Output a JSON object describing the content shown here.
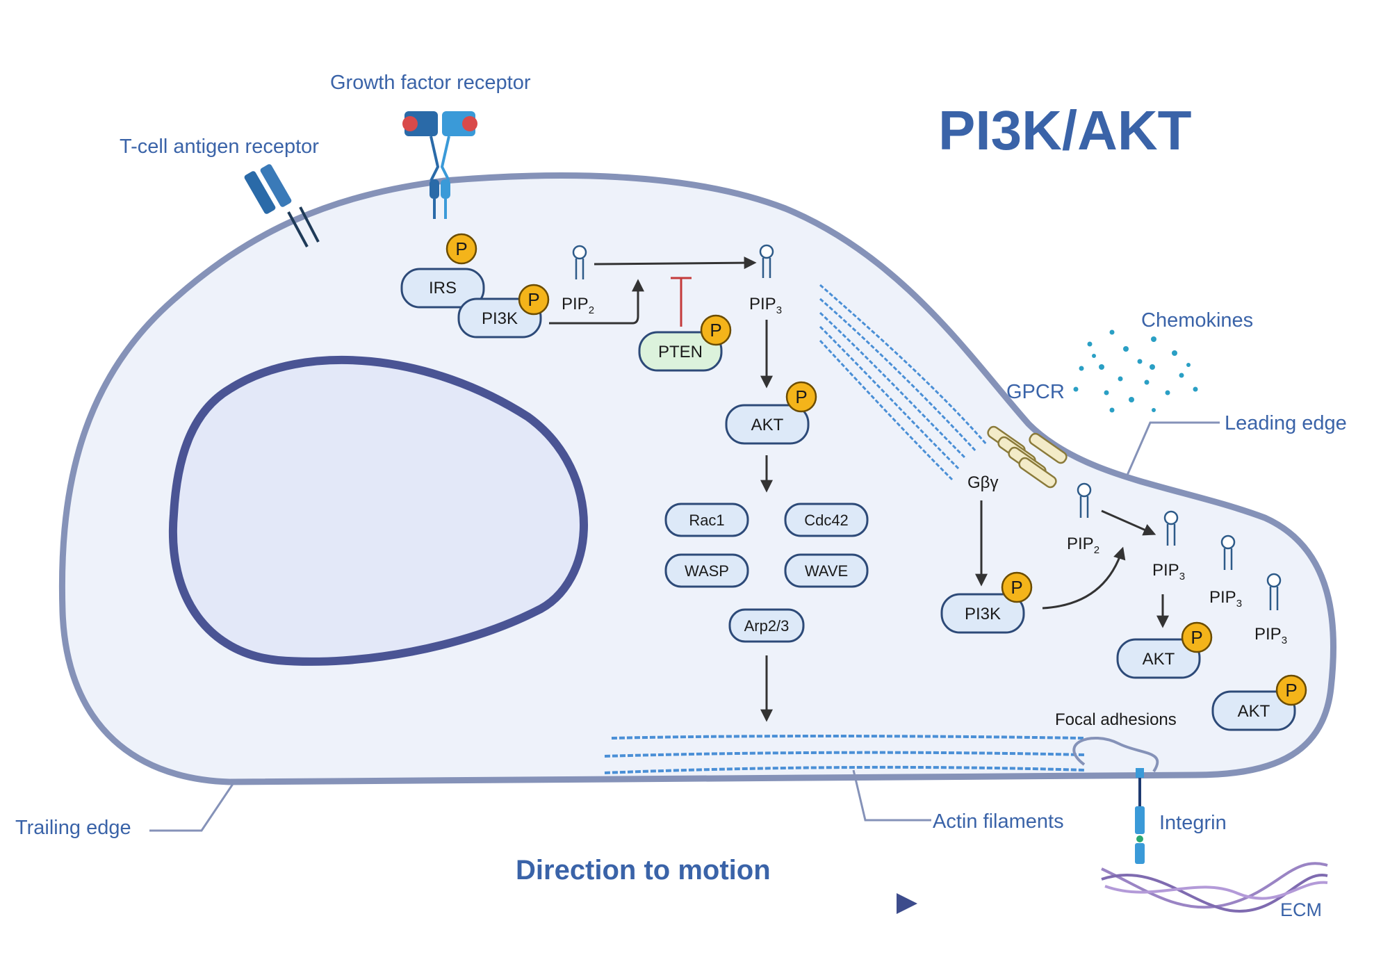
{
  "title": "PI3K/AKT",
  "receptors": {
    "growth_factor": "Growth factor receptor",
    "tcell": "T-cell antigen receptor",
    "gpcr": "GPCR",
    "integrin": "Integrin"
  },
  "labels": {
    "chemokines": "Chemokines",
    "leading_edge": "Leading edge",
    "trailing_edge": "Trailing edge",
    "focal_adhesions": "Focal adhesions",
    "actin_filaments": "Actin filaments",
    "ecm": "ECM",
    "direction": "Direction to motion",
    "gbg": "Gβγ"
  },
  "nodes": {
    "irs": "IRS",
    "pi3k_left": "PI3K",
    "pten": "PTEN",
    "akt_center": "AKT",
    "rac1": "Rac1",
    "cdc42": "Cdc42",
    "wasp": "WASP",
    "wave": "WAVE",
    "arp23": "Arp2/3",
    "pi3k_right": "PI3K",
    "akt_right1": "AKT",
    "akt_right2": "AKT",
    "phospho": "P"
  },
  "lipids": {
    "pip": "PIP",
    "sub2": "2",
    "sub3": "3"
  },
  "colors": {
    "title": "#3a63a8",
    "membrane": "#8592b8",
    "nucleus": "#4a5494",
    "cytoplasm": "#eef2fa",
    "phospho": "#f4b41a",
    "actin": "#4a8fd6",
    "chemokine": "#2a9fc4"
  }
}
